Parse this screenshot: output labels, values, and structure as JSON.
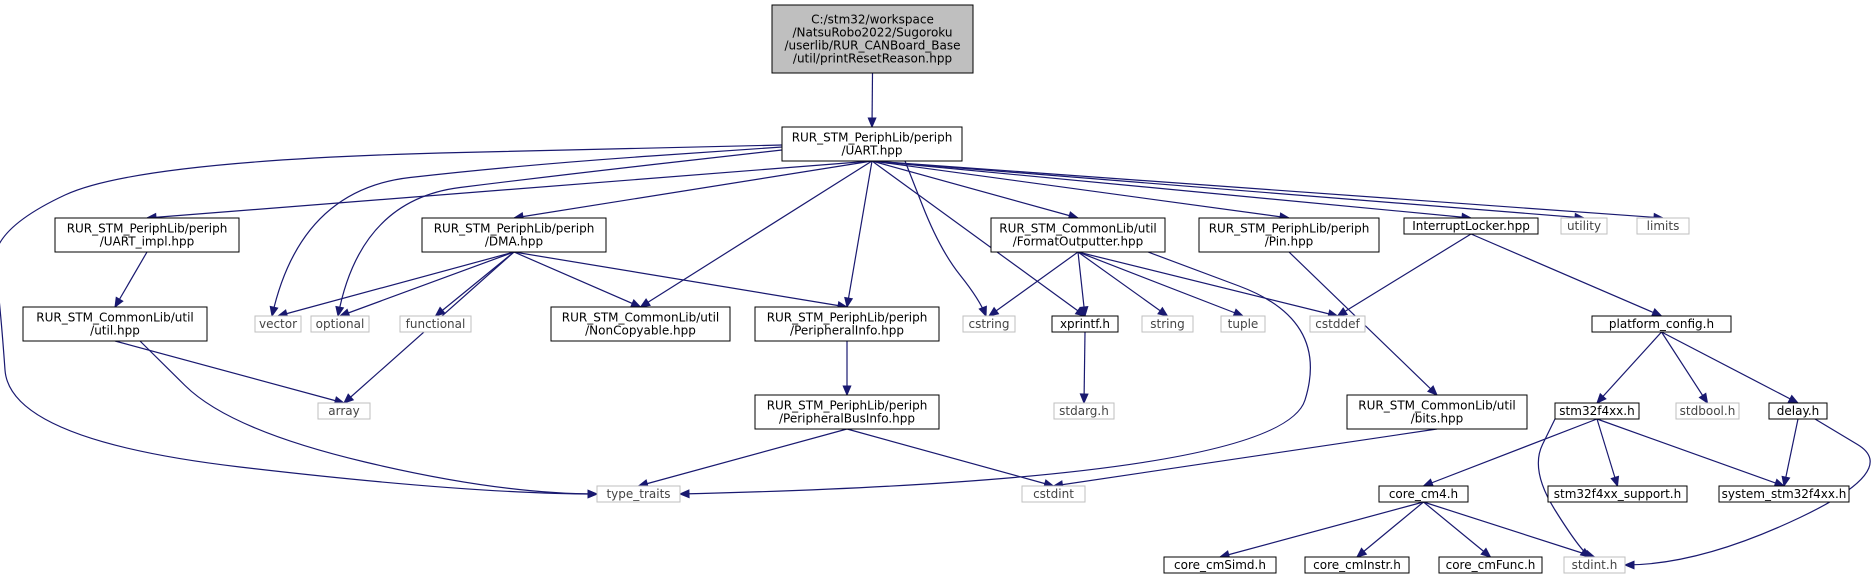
{
  "graph": {
    "nodes": {
      "root": {
        "label": [
          "C:/stm32/workspace",
          "/NatsuRobo2022/Sugoroku",
          "/userlib/RUR_CANBoard_Base",
          "/util/printResetReason.hpp"
        ],
        "style": "root"
      },
      "uart": {
        "label": [
          "RUR_STM_PeriphLib/periph",
          "/UART.hpp"
        ],
        "style": "internal"
      },
      "uart_impl": {
        "label": [
          "RUR_STM_PeriphLib/periph",
          "/UART_impl.hpp"
        ],
        "style": "internal"
      },
      "dma": {
        "label": [
          "RUR_STM_PeriphLib/periph",
          "/DMA.hpp"
        ],
        "style": "internal"
      },
      "formatout": {
        "label": [
          "RUR_STM_CommonLib/util",
          "/FormatOutputter.hpp"
        ],
        "style": "internal"
      },
      "pin": {
        "label": [
          "RUR_STM_PeriphLib/periph",
          "/Pin.hpp"
        ],
        "style": "internal"
      },
      "intlocker": {
        "label": [
          "InterruptLocker.hpp"
        ],
        "style": "internal"
      },
      "utility": {
        "label": [
          "utility"
        ],
        "style": "external"
      },
      "limits": {
        "label": [
          "limits"
        ],
        "style": "external"
      },
      "util_hpp": {
        "label": [
          "RUR_STM_CommonLib/util",
          "/util.hpp"
        ],
        "style": "internal"
      },
      "vector": {
        "label": [
          "vector"
        ],
        "style": "external"
      },
      "optional": {
        "label": [
          "optional"
        ],
        "style": "external"
      },
      "functional": {
        "label": [
          "functional"
        ],
        "style": "external"
      },
      "noncopyable": {
        "label": [
          "RUR_STM_CommonLib/util",
          "/NonCopyable.hpp"
        ],
        "style": "internal"
      },
      "periphinfo": {
        "label": [
          "RUR_STM_PeriphLib/periph",
          "/PeripheralInfo.hpp"
        ],
        "style": "internal"
      },
      "cstring": {
        "label": [
          "cstring"
        ],
        "style": "external"
      },
      "xprintf": {
        "label": [
          "xprintf.h"
        ],
        "style": "internal"
      },
      "string": {
        "label": [
          "string"
        ],
        "style": "external"
      },
      "tuple": {
        "label": [
          "tuple"
        ],
        "style": "external"
      },
      "cstddef": {
        "label": [
          "cstddef"
        ],
        "style": "external"
      },
      "platform": {
        "label": [
          "platform_config.h"
        ],
        "style": "internal"
      },
      "array": {
        "label": [
          "array"
        ],
        "style": "external"
      },
      "stdarg": {
        "label": [
          "stdarg.h"
        ],
        "style": "external"
      },
      "busperiph": {
        "label": [
          "RUR_STM_PeriphLib/periph",
          "/PeripheralBusInfo.hpp"
        ],
        "style": "internal"
      },
      "bits": {
        "label": [
          "RUR_STM_CommonLib/util",
          "/bits.hpp"
        ],
        "style": "internal"
      },
      "stm32f4xx": {
        "label": [
          "stm32f4xx.h"
        ],
        "style": "internal"
      },
      "stdbool": {
        "label": [
          "stdbool.h"
        ],
        "style": "external"
      },
      "delay": {
        "label": [
          "delay.h"
        ],
        "style": "internal"
      },
      "type_traits": {
        "label": [
          "type_traits"
        ],
        "style": "external"
      },
      "cstdint": {
        "label": [
          "cstdint"
        ],
        "style": "external"
      },
      "core_cm4": {
        "label": [
          "core_cm4.h"
        ],
        "style": "internal"
      },
      "stm32_support": {
        "label": [
          "stm32f4xx_support.h"
        ],
        "style": "internal"
      },
      "system_stm32": {
        "label": [
          "system_stm32f4xx.h"
        ],
        "style": "internal"
      },
      "cmsimd": {
        "label": [
          "core_cmSimd.h"
        ],
        "style": "internal"
      },
      "cminstr": {
        "label": [
          "core_cmInstr.h"
        ],
        "style": "internal"
      },
      "cmfunc": {
        "label": [
          "core_cmFunc.h"
        ],
        "style": "internal"
      },
      "stdint": {
        "label": [
          "stdint.h"
        ],
        "style": "external"
      }
    },
    "edges": [
      [
        "root",
        "uart"
      ],
      [
        "uart",
        "uart_impl"
      ],
      [
        "uart",
        "dma"
      ],
      [
        "uart",
        "formatout"
      ],
      [
        "uart",
        "pin"
      ],
      [
        "uart",
        "intlocker"
      ],
      [
        "uart",
        "utility"
      ],
      [
        "uart",
        "limits"
      ],
      [
        "uart",
        "vector"
      ],
      [
        "uart",
        "optional"
      ],
      [
        "uart",
        "noncopyable"
      ],
      [
        "uart",
        "periphinfo"
      ],
      [
        "uart",
        "cstring"
      ],
      [
        "uart",
        "xprintf"
      ],
      [
        "uart",
        "type_traits"
      ],
      [
        "uart_impl",
        "util_hpp"
      ],
      [
        "util_hpp",
        "array"
      ],
      [
        "util_hpp",
        "type_traits"
      ],
      [
        "dma",
        "vector"
      ],
      [
        "dma",
        "optional"
      ],
      [
        "dma",
        "functional"
      ],
      [
        "dma",
        "array"
      ],
      [
        "dma",
        "noncopyable"
      ],
      [
        "dma",
        "periphinfo"
      ],
      [
        "periphinfo",
        "busperiph"
      ],
      [
        "busperiph",
        "type_traits"
      ],
      [
        "busperiph",
        "cstdint"
      ],
      [
        "formatout",
        "cstring"
      ],
      [
        "formatout",
        "xprintf"
      ],
      [
        "formatout",
        "string"
      ],
      [
        "formatout",
        "tuple"
      ],
      [
        "formatout",
        "cstddef"
      ],
      [
        "formatout",
        "type_traits"
      ],
      [
        "xprintf",
        "stdarg"
      ],
      [
        "pin",
        "bits"
      ],
      [
        "bits",
        "cstdint"
      ],
      [
        "intlocker",
        "cstddef"
      ],
      [
        "intlocker",
        "platform"
      ],
      [
        "platform",
        "stm32f4xx"
      ],
      [
        "platform",
        "stdbool"
      ],
      [
        "platform",
        "delay"
      ],
      [
        "stm32f4xx",
        "core_cm4"
      ],
      [
        "stm32f4xx",
        "stm32_support"
      ],
      [
        "stm32f4xx",
        "system_stm32"
      ],
      [
        "stm32f4xx",
        "stdint"
      ],
      [
        "delay",
        "system_stm32"
      ],
      [
        "delay",
        "stdint"
      ],
      [
        "core_cm4",
        "cmsimd"
      ],
      [
        "core_cm4",
        "cminstr"
      ],
      [
        "core_cm4",
        "cmfunc"
      ],
      [
        "core_cm4",
        "stdint"
      ]
    ]
  }
}
